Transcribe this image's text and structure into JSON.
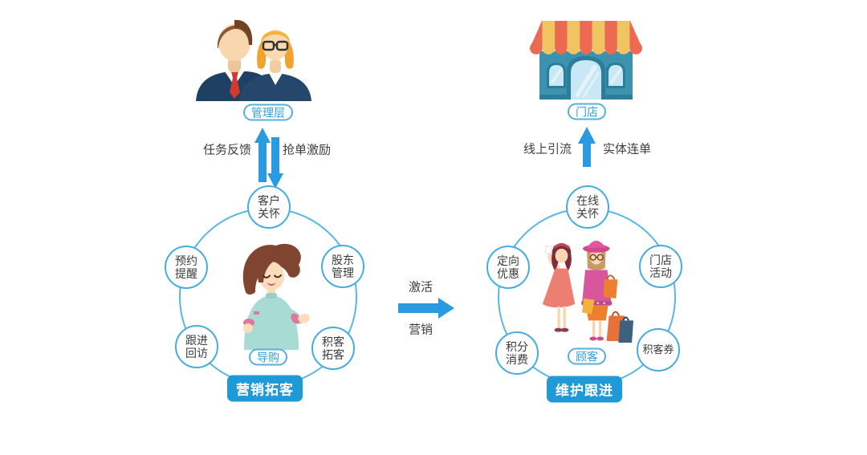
{
  "colors": {
    "arrow_blue": "#2a9be0",
    "ring_stroke": "#5ab6e4",
    "node_border": "#47ace0",
    "banner_bg": "#1f9ad8",
    "pill_text": "#2f9fd8",
    "node_text": "#3b3b3b",
    "label_text": "#3e3e3e"
  },
  "icons": {
    "exchange_arrows": "up-down-arrows",
    "up_arrow": "arrow-up",
    "right_arrow": "arrow-right"
  },
  "left_flow": {
    "entity": "管理层",
    "feedback_label": "任务反馈",
    "incentive_label": "抢单激励",
    "center_role": "导购",
    "ring_title": "营销拓客",
    "nodes": [
      {
        "line1": "客户",
        "line2": "关怀"
      },
      {
        "line1": "预约",
        "line2": "提醒"
      },
      {
        "line1": "股东",
        "line2": "管理"
      },
      {
        "line1": "跟进",
        "line2": "回访"
      },
      {
        "line1": "积客",
        "line2": "拓客"
      }
    ]
  },
  "transfer": {
    "top_label": "激活",
    "bottom_label": "营销"
  },
  "right_flow": {
    "entity": "门店",
    "online_label": "线上引流",
    "offline_label": "实体连单",
    "center_role": "顾客",
    "ring_title": "维护跟进",
    "nodes": [
      {
        "line1": "在线",
        "line2": "关怀"
      },
      {
        "line1": "定向",
        "line2": "优惠"
      },
      {
        "line1": "门店",
        "line2": "活动"
      },
      {
        "line1": "积分",
        "line2": "消费"
      },
      {
        "line1": "积客券",
        "line2": ""
      }
    ]
  }
}
